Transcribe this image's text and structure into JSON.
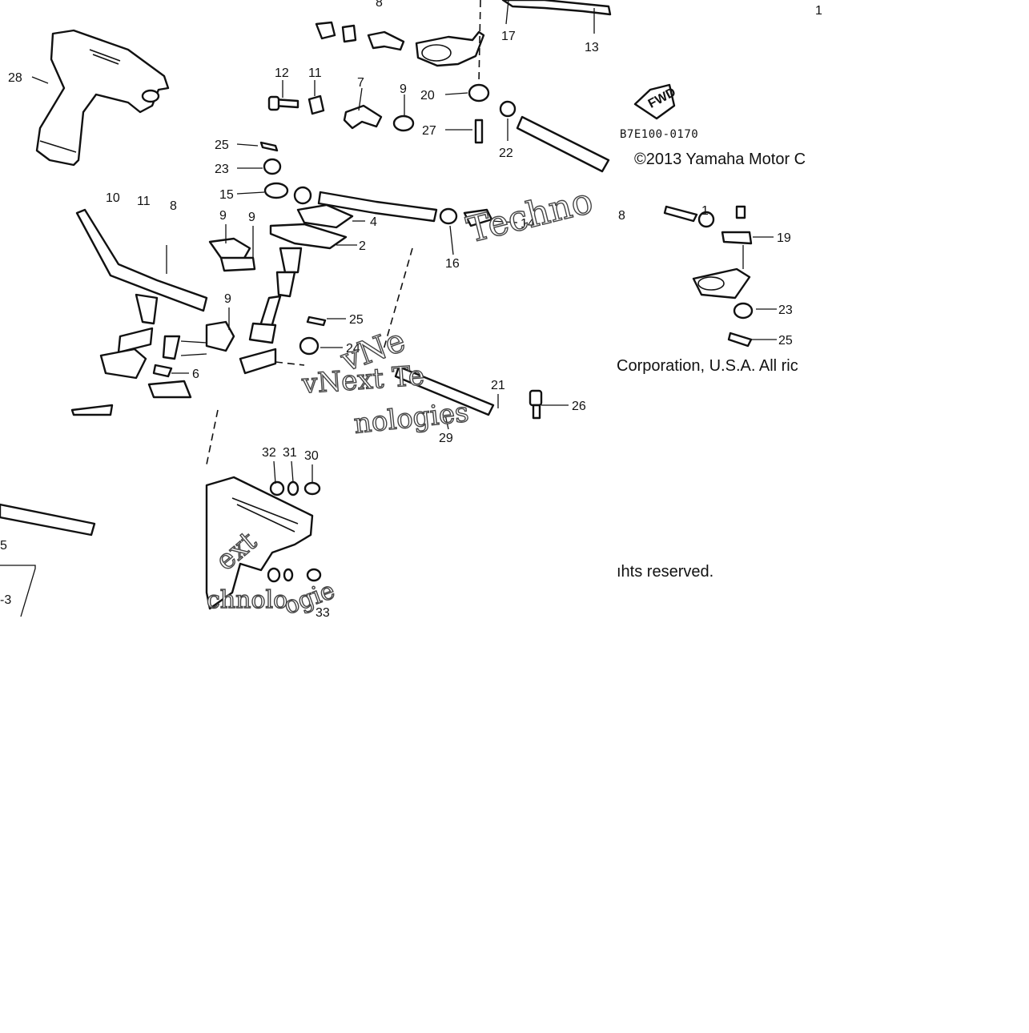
{
  "diagram": {
    "copyright_line1": "©2013 Yamaha Motor C",
    "copyright_line2": "Corporation, U.S.A. All ric",
    "copyright_line3": "ıhts reserved.",
    "diagram_code": "B7E100-0170",
    "fwd_label": "FWD",
    "watermarks": [
      "Techno",
      "vNext Te",
      "vNe",
      "nologies",
      "chnolo",
      "ext",
      "ogie"
    ],
    "callouts": [
      {
        "id": "c28",
        "text": "28"
      },
      {
        "id": "c8a",
        "text": "8"
      },
      {
        "id": "c17",
        "text": "17"
      },
      {
        "id": "c13",
        "text": "13"
      },
      {
        "id": "c1top",
        "text": "1"
      },
      {
        "id": "c12",
        "text": "12"
      },
      {
        "id": "c11a",
        "text": "11"
      },
      {
        "id": "c7",
        "text": "7"
      },
      {
        "id": "c9a",
        "text": "9"
      },
      {
        "id": "c20",
        "text": "20"
      },
      {
        "id": "c27",
        "text": "27"
      },
      {
        "id": "c22",
        "text": "22"
      },
      {
        "id": "c25a",
        "text": "25"
      },
      {
        "id": "c23a",
        "text": "23"
      },
      {
        "id": "c15",
        "text": "15"
      },
      {
        "id": "c10",
        "text": "10"
      },
      {
        "id": "c11b",
        "text": "11"
      },
      {
        "id": "c8b",
        "text": "8"
      },
      {
        "id": "c4",
        "text": "4"
      },
      {
        "id": "c9b",
        "text": "9"
      },
      {
        "id": "c9c",
        "text": "9"
      },
      {
        "id": "c2",
        "text": "2"
      },
      {
        "id": "c14",
        "text": "14"
      },
      {
        "id": "c16",
        "text": "16"
      },
      {
        "id": "c8c",
        "text": "8"
      },
      {
        "id": "c31a",
        "text": "1"
      },
      {
        "id": "c19",
        "text": "19"
      },
      {
        "id": "c9d",
        "text": "9"
      },
      {
        "id": "c25b",
        "text": "25"
      },
      {
        "id": "c24",
        "text": "24"
      },
      {
        "id": "c23b",
        "text": "23"
      },
      {
        "id": "c25c",
        "text": "25"
      },
      {
        "id": "c6",
        "text": "6"
      },
      {
        "id": "c21",
        "text": "21"
      },
      {
        "id": "c26",
        "text": "26"
      },
      {
        "id": "c29",
        "text": "29"
      },
      {
        "id": "c32",
        "text": "32"
      },
      {
        "id": "c31b",
        "text": "31"
      },
      {
        "id": "c30",
        "text": "30"
      },
      {
        "id": "c5",
        "text": "5"
      },
      {
        "id": "c3",
        "text": "-3"
      },
      {
        "id": "c33",
        "text": "33"
      }
    ]
  }
}
